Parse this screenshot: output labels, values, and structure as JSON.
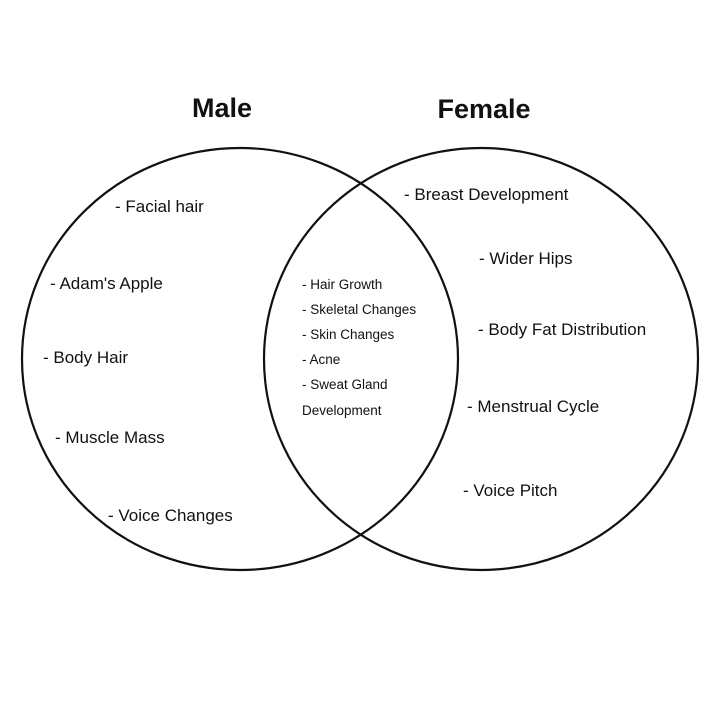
{
  "sets": {
    "male": {
      "title": "Male",
      "items": [
        "- Facial hair",
        "- Adam's Apple",
        "- Body Hair",
        "- Muscle Mass",
        "- Voice Changes"
      ]
    },
    "female": {
      "title": "Female",
      "items": [
        "- Breast Development",
        "- Wider Hips",
        "- Body Fat Distribution",
        "- Menstrual Cycle",
        "- Voice Pitch"
      ]
    },
    "shared": {
      "items": [
        "- Hair Growth",
        "- Skeletal Changes",
        "- Skin Changes",
        "- Acne",
        "- Sweat Gland",
        "Development"
      ]
    }
  },
  "colors": {
    "stroke": "#111111",
    "background": "#ffffff"
  }
}
